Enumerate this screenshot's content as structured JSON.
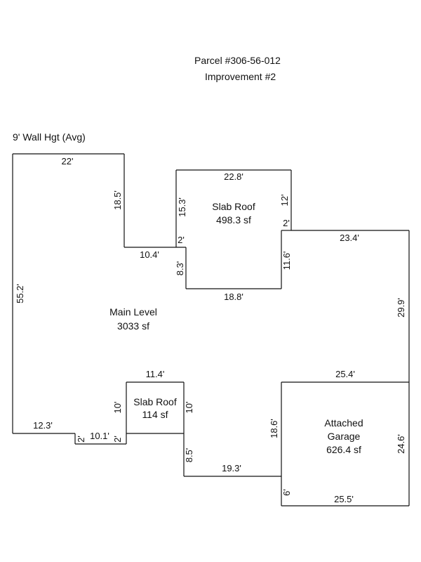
{
  "header": {
    "parcel": "Parcel #306-56-012",
    "improvement": "Improvement #2"
  },
  "wall_height": "9' Wall Hgt (Avg)",
  "areas": {
    "main": {
      "name": "Main Level",
      "size": "3033 sf"
    },
    "slab_upper": {
      "name": "Slab Roof",
      "size": "498.3 sf"
    },
    "slab_lower": {
      "name": "Slab Roof",
      "size": "114 sf"
    },
    "garage": {
      "name_line1": "Attached",
      "name_line2": "Garage",
      "size": "626.4 sf"
    }
  },
  "dimensions": {
    "main_top": "22'",
    "main_left": "55.2'",
    "main_inner_vertical": "18.5'",
    "main_inner_horizontal": "10.4'",
    "main_bottom_left": "12.3'",
    "main_step_a": "2'",
    "main_bottom_mid": "10.1'",
    "main_step_b": "2'",
    "upper_slab_top": "22.8'",
    "upper_slab_left": "15.3'",
    "upper_slab_right": "12'",
    "upper_slab_right_step": "2'",
    "upper_slab_left_step": "2'",
    "upper_bottom_left": "8.3'",
    "upper_bottom": "18.8'",
    "upper_bottom_right": "11.6'",
    "east_top": "23.4'",
    "east_right": "29.9'",
    "lower_slab_top": "11.4'",
    "lower_slab_left": "10'",
    "lower_slab_right": "10'",
    "lower_left_drop": "8.5'",
    "lower_bottom": "19.3'",
    "garage_top": "25.4'",
    "garage_left": "18.6'",
    "garage_right": "24.6'",
    "garage_left_step": "6'",
    "garage_bottom": "25.5'"
  }
}
